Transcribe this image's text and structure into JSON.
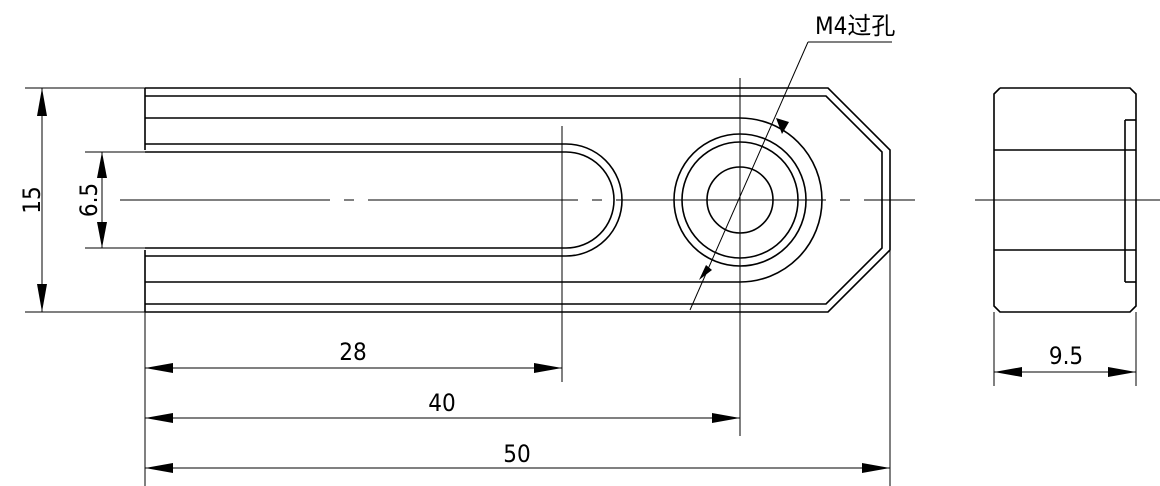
{
  "callout": {
    "label": "M4过孔"
  },
  "dimensions": {
    "overall_height": "15",
    "slot_width": "6.5",
    "slot_length": "28",
    "hole_position": "40",
    "overall_length": "50",
    "thickness": "9.5"
  }
}
